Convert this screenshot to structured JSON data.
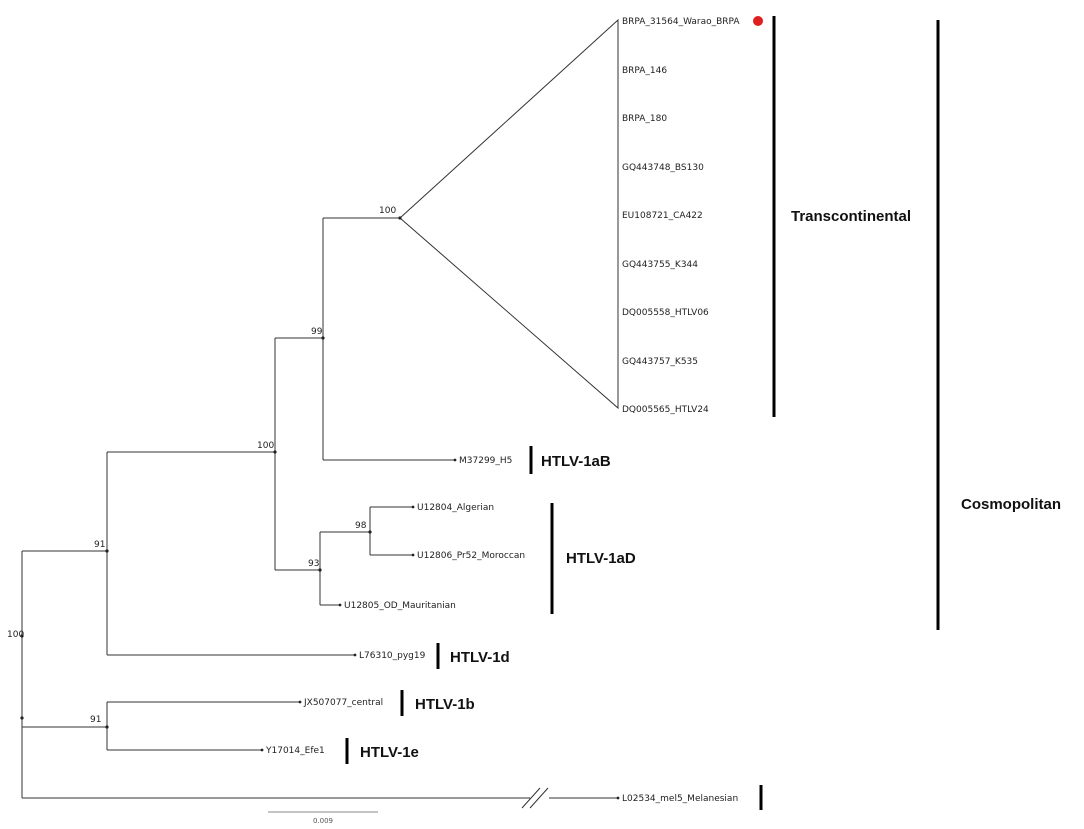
{
  "tree": {
    "collapsed_clade": {
      "bootstrap": "100",
      "leaves": [
        "BRPA_31564_Warao_BRPA",
        "BRPA_146",
        "BRPA_180",
        "GQ443748_BS130",
        "EU108721_CA422",
        "GQ443755_K344",
        "DQ005558_HTLV06",
        "GQ443757_K535",
        "DQ005565_HTLV24"
      ],
      "highlight_color": "#e02020"
    },
    "leaves": {
      "m37299": "M37299_H5",
      "u12804": "U12804_Algerian",
      "u12806": "U12806_Pr52_Moroccan",
      "u12805": "U12805_OD_Mauritanian",
      "l76310": "L76310_pyg19",
      "jx507077": "JX507077_central",
      "y17014": "Y17014_Efe1",
      "l02534": "L02534_mel5_Melanesian"
    },
    "bootstraps": {
      "n99": "99",
      "n100_inner": "100",
      "n98": "98",
      "n93": "93",
      "n91_upper": "91",
      "n91_lower": "91",
      "root": "100"
    },
    "groups": {
      "transcontinental": "Transcontinental",
      "cosmopolitan": "Cosmopolitan",
      "htlv_1ab": "HTLV-1aB",
      "htlv_1ad": "HTLV-1aD",
      "htlv_1d": "HTLV-1d",
      "htlv_1b": "HTLV-1b",
      "htlv_1e": "HTLV-1e"
    },
    "scale_bar": "0.009"
  }
}
